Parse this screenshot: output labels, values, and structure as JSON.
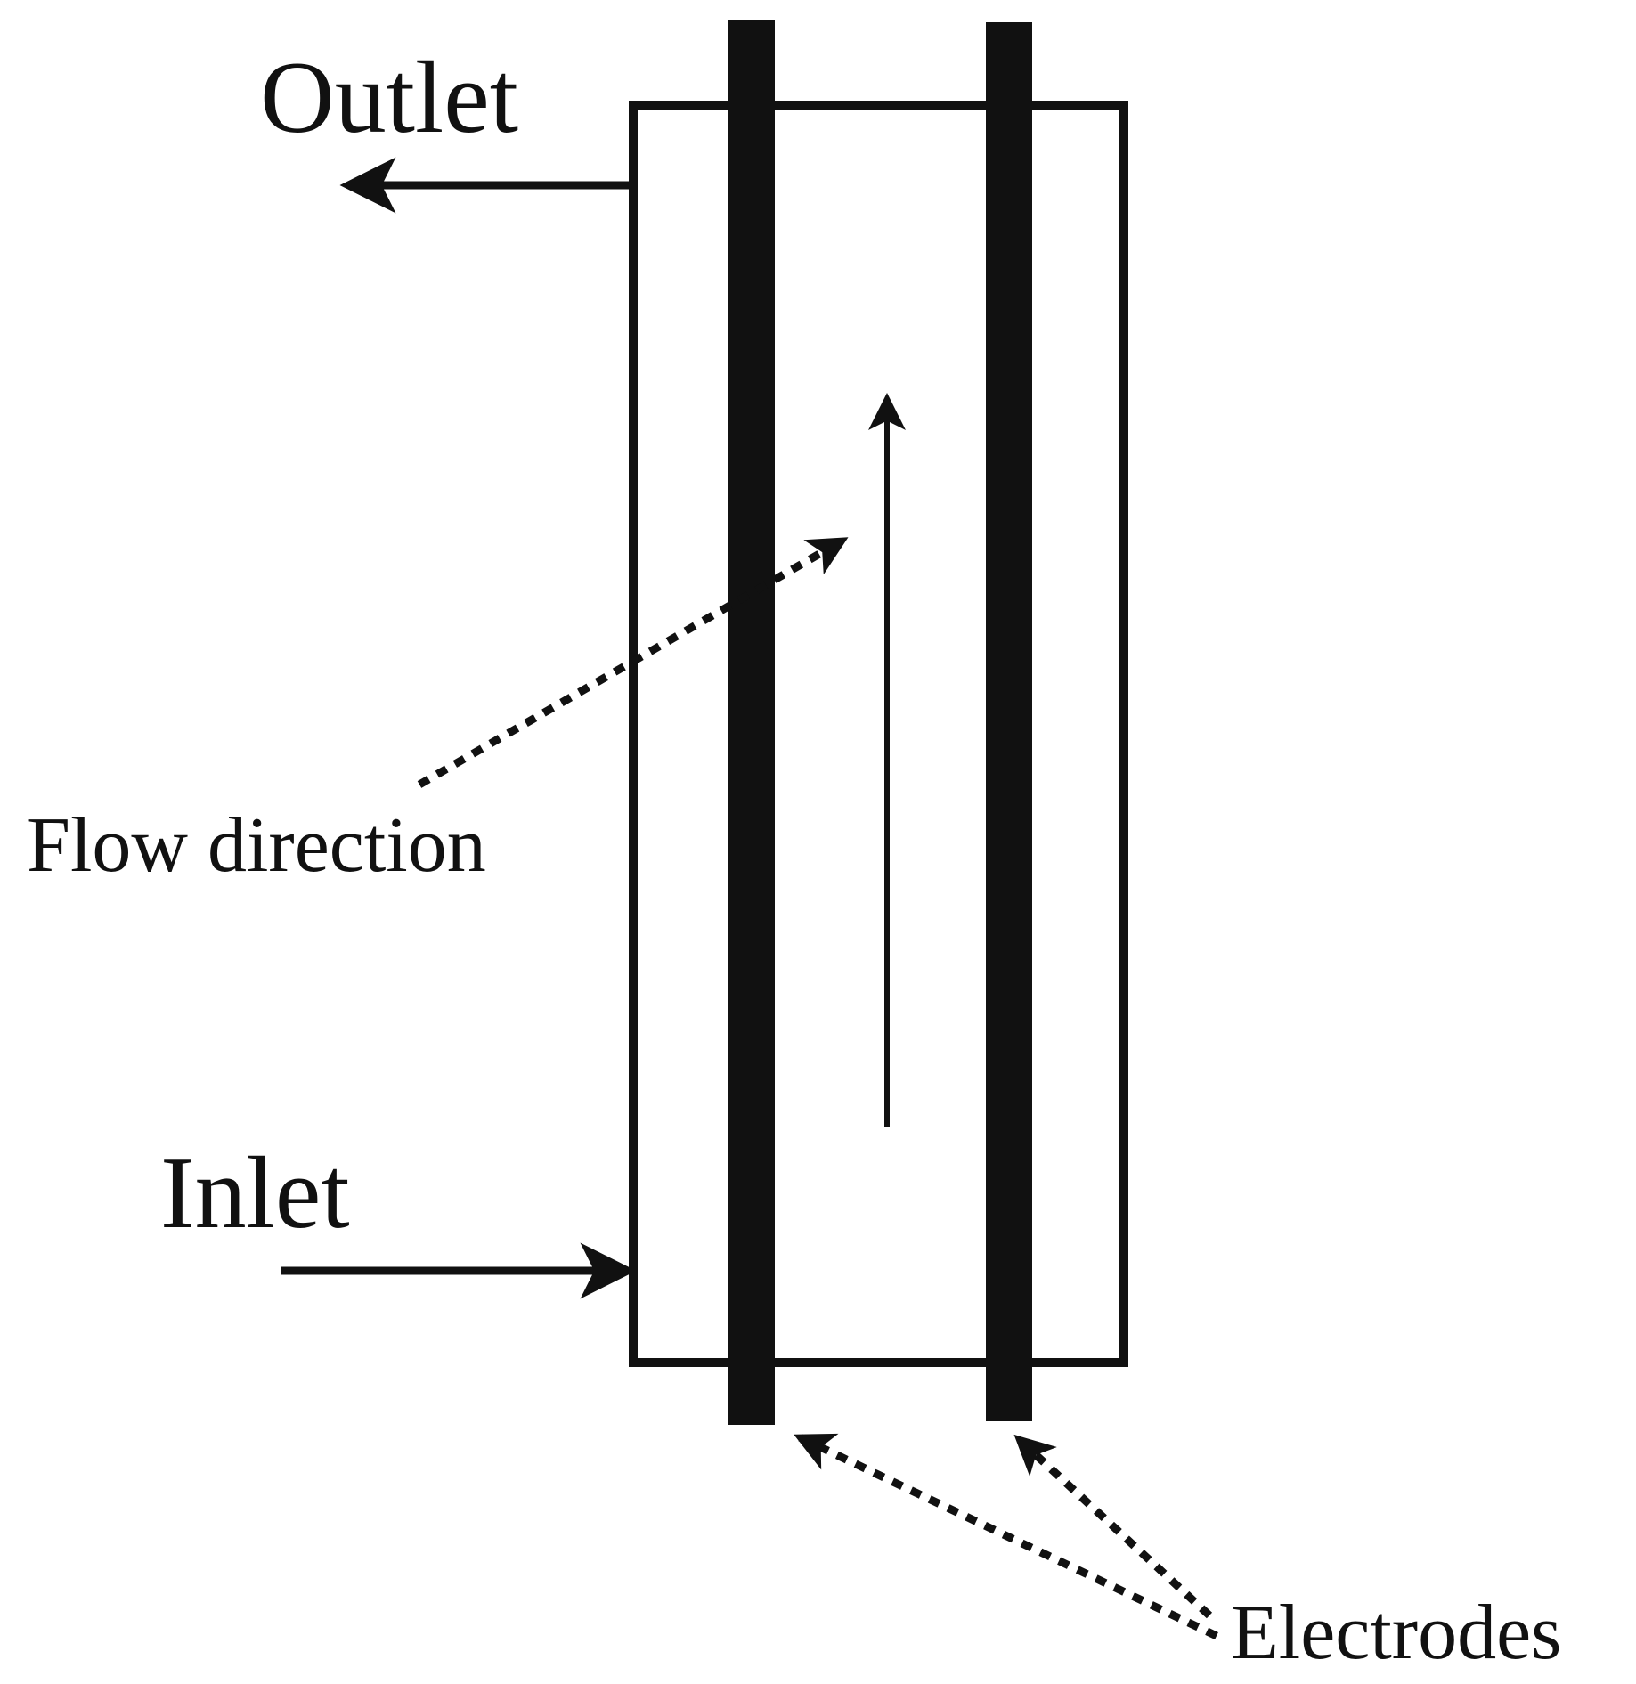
{
  "labels": {
    "outlet": "Outlet",
    "inlet": "Inlet",
    "flow_direction": "Flow direction",
    "electrodes": "Electrodes"
  },
  "colors": {
    "ink": "#111111",
    "background": "#ffffff"
  }
}
